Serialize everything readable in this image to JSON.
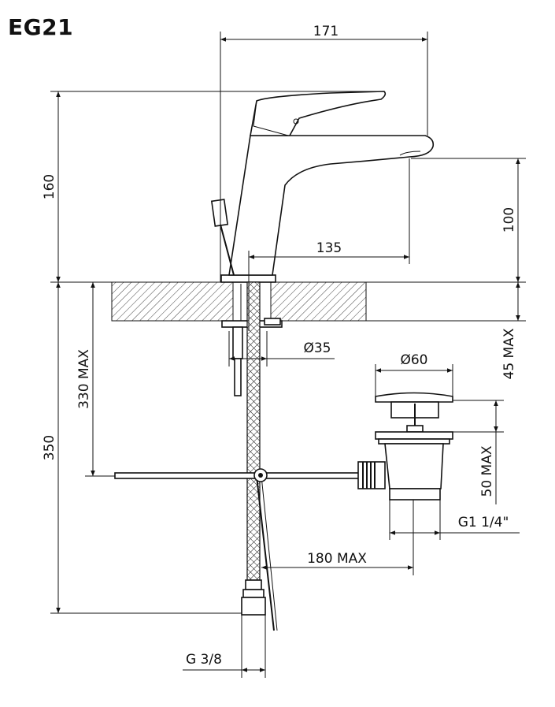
{
  "model": "EG21",
  "dimensions": {
    "width_171": "171",
    "height_160": "160",
    "spout_height_100": "100",
    "reach_135": "135",
    "hole_dia_35": "Ø35",
    "deck_45max": "45 MAX",
    "hose_330max": "330 MAX",
    "total_350": "350",
    "waste_dia_60": "Ø60",
    "waste_50max": "50 MAX",
    "waste_thread": "G1 1/4\"",
    "rod_180max": "180 MAX",
    "hose_thread": "G 3/8"
  }
}
